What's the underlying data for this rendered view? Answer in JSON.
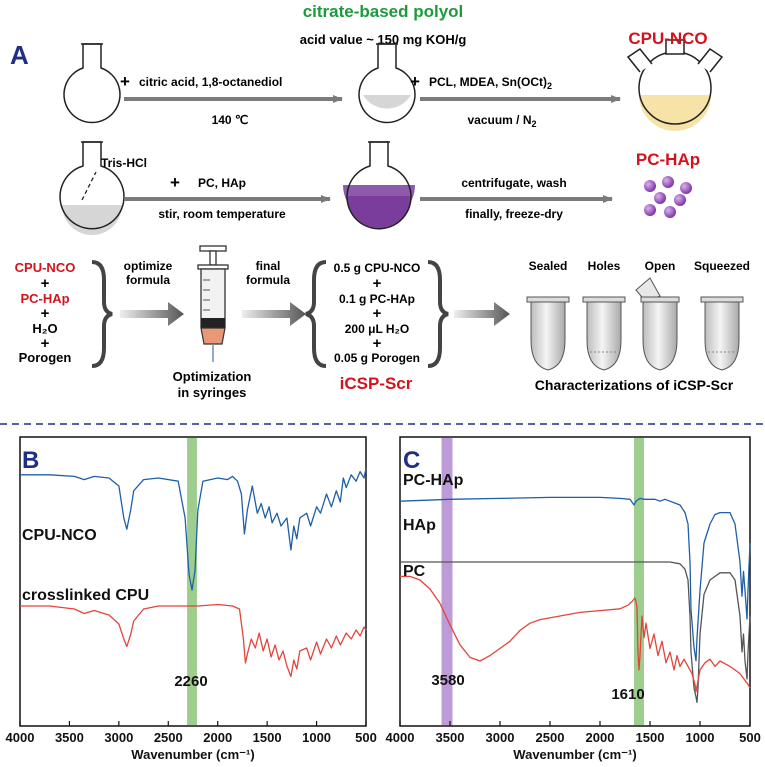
{
  "colors": {
    "navy": "#1f2f85",
    "red": "#d3131b",
    "green_label": "#1c9a3c",
    "arrow_gray": "#7b7b7b",
    "line_blue": "#1f5fa8",
    "line_red": "#e2453a",
    "line_gray": "#555555",
    "band_green": "#8cc57a",
    "band_purple": "#b08ad0",
    "flask_fill_gray": "#d6d6d6",
    "flask_fill_yellow": "#f7e3a8",
    "flask_fill_purple": "#7a3d9c",
    "dot_purple": "#8d45b3"
  },
  "panel_a": {
    "label": "A",
    "polyol_title": "citrate-based polyol",
    "acid_value": "acid value ~ 150 mg KOH/g",
    "cpu_nco": "CPU-NCO",
    "pc_hap": "PC-HAp",
    "row1": {
      "step1_reagents": "citric acid, 1,8-octanediol",
      "step1_condition": "140 ℃",
      "step2_reagents": "PCL, MDEA, Sn(OCt)",
      "step2_sub": "2",
      "step2_condition": "vacuum / N",
      "step2_condition_sub": "2"
    },
    "row2": {
      "tris_label": "Tris-HCl",
      "step1_reagents": "PC, HAp",
      "step1_condition": "stir, room temperature",
      "step2_reagents": "centrifugate, wash",
      "step2_condition": "finally, freeze-dry"
    },
    "row3": {
      "components": [
        "CPU-NCO",
        "PC-HAp",
        "H₂O",
        "Porogen"
      ],
      "optimize_label": [
        "optimize",
        "formula"
      ],
      "final_label": [
        "final",
        "formula"
      ],
      "syringe_caption": [
        "Optimization",
        "in syringes"
      ],
      "formula_items": [
        "0.5 g CPU-NCO",
        "0.1 g PC-HAp",
        "200 μL H₂O",
        "0.05 g Porogen"
      ],
      "product_name": "iCSP-Scr",
      "tube_labels": [
        "Sealed",
        "Holes",
        "Open",
        "Squeezed"
      ],
      "characterization_caption": "Characterizations of iCSP-Scr"
    }
  },
  "chart_data": [
    {
      "type": "line",
      "panel_label": "B",
      "xlabel": "Wavenumber (cm⁻¹)",
      "xlim": [
        4000,
        500
      ],
      "x_reversed": true,
      "xticks": [
        4000,
        3500,
        3000,
        2500,
        2000,
        1500,
        1000,
        500
      ],
      "y_visible": false,
      "band": {
        "center": 2260,
        "width": 100,
        "color": "band_green"
      },
      "annotations": [
        {
          "text": "2260",
          "x": 2260
        }
      ],
      "series": [
        {
          "name": "CPU-NCO",
          "color": "line_blue",
          "x": [
            4000,
            3700,
            3450,
            3350,
            3250,
            3100,
            3000,
            2950,
            2920,
            2880,
            2850,
            2750,
            2600,
            2400,
            2330,
            2290,
            2260,
            2230,
            2200,
            2150,
            2000,
            1900,
            1850,
            1800,
            1760,
            1730,
            1700,
            1650,
            1600,
            1560,
            1520,
            1480,
            1450,
            1400,
            1360,
            1300,
            1260,
            1230,
            1200,
            1170,
            1100,
            1060,
            1000,
            960,
            900,
            850,
            800,
            760,
            730,
            700,
            650,
            600,
            560,
            520,
            500
          ],
          "y": [
            0.82,
            0.82,
            0.81,
            0.79,
            0.81,
            0.8,
            0.75,
            0.55,
            0.48,
            0.6,
            0.72,
            0.79,
            0.8,
            0.78,
            0.55,
            0.2,
            0.1,
            0.22,
            0.6,
            0.78,
            0.8,
            0.79,
            0.81,
            0.78,
            0.7,
            0.45,
            0.6,
            0.75,
            0.58,
            0.64,
            0.55,
            0.62,
            0.52,
            0.58,
            0.5,
            0.55,
            0.35,
            0.5,
            0.42,
            0.55,
            0.58,
            0.5,
            0.62,
            0.58,
            0.7,
            0.62,
            0.72,
            0.65,
            0.8,
            0.74,
            0.82,
            0.78,
            0.84,
            0.8,
            0.86
          ]
        },
        {
          "name": "crosslinked CPU",
          "color": "line_red",
          "x": [
            4000,
            3700,
            3450,
            3350,
            3250,
            3100,
            3000,
            2950,
            2920,
            2880,
            2850,
            2750,
            2600,
            2400,
            2200,
            2000,
            1850,
            1780,
            1740,
            1720,
            1700,
            1660,
            1620,
            1580,
            1540,
            1500,
            1460,
            1420,
            1380,
            1340,
            1300,
            1260,
            1230,
            1200,
            1170,
            1100,
            1060,
            1000,
            960,
            900,
            850,
            800,
            760,
            700,
            650,
            600,
            560,
            520,
            500
          ],
          "y": [
            0.52,
            0.52,
            0.5,
            0.47,
            0.49,
            0.46,
            0.4,
            0.3,
            0.25,
            0.33,
            0.42,
            0.5,
            0.52,
            0.52,
            0.52,
            0.53,
            0.52,
            0.5,
            0.3,
            0.14,
            0.2,
            0.3,
            0.24,
            0.34,
            0.22,
            0.3,
            0.18,
            0.26,
            0.16,
            0.22,
            0.12,
            0.05,
            0.16,
            0.1,
            0.22,
            0.24,
            0.16,
            0.28,
            0.2,
            0.3,
            0.24,
            0.32,
            0.26,
            0.34,
            0.3,
            0.36,
            0.32,
            0.38,
            0.36
          ]
        }
      ]
    },
    {
      "type": "line",
      "panel_label": "C",
      "xlabel": "Wavenumber (cm⁻¹)",
      "xlim": [
        4000,
        500
      ],
      "x_reversed": true,
      "xticks": [
        4000,
        3500,
        3000,
        2500,
        2000,
        1500,
        1000,
        500
      ],
      "y_visible": false,
      "bands": [
        {
          "center": 3530,
          "width": 110,
          "color": "band_purple"
        },
        {
          "center": 1610,
          "width": 100,
          "color": "band_green"
        }
      ],
      "annotations": [
        {
          "text": "3580",
          "x": 3580
        },
        {
          "text": "1610",
          "x": 1610
        }
      ],
      "series": [
        {
          "name": "PC-HAp",
          "color": "line_blue",
          "x": [
            4000,
            3500,
            3000,
            2500,
            2000,
            1800,
            1700,
            1660,
            1640,
            1600,
            1560,
            1450,
            1400,
            1350,
            1300,
            1250,
            1200,
            1150,
            1120,
            1100,
            1090,
            1060,
            1040,
            1030,
            1000,
            960,
            900,
            850,
            800,
            700,
            650,
            600,
            580,
            565,
            550,
            530,
            520,
            500
          ],
          "y": [
            0.92,
            0.93,
            0.935,
            0.94,
            0.94,
            0.935,
            0.93,
            0.9,
            0.92,
            0.935,
            0.93,
            0.93,
            0.92,
            0.93,
            0.92,
            0.91,
            0.9,
            0.86,
            0.8,
            0.6,
            0.35,
            0.15,
            0.08,
            0.2,
            0.45,
            0.7,
            0.8,
            0.85,
            0.86,
            0.86,
            0.8,
            0.6,
            0.42,
            0.55,
            0.45,
            0.3,
            0.45,
            0.7
          ]
        },
        {
          "name": "HAp",
          "color": "line_gray",
          "x": [
            4000,
            3500,
            3000,
            2500,
            2000,
            1800,
            1600,
            1400,
            1300,
            1200,
            1150,
            1120,
            1100,
            1090,
            1060,
            1040,
            1030,
            1020,
            1000,
            960,
            900,
            850,
            800,
            700,
            650,
            600,
            580,
            565,
            550,
            530,
            520,
            500
          ],
          "y": [
            0.8,
            0.8,
            0.8,
            0.8,
            0.8,
            0.8,
            0.8,
            0.8,
            0.8,
            0.79,
            0.76,
            0.7,
            0.5,
            0.3,
            0.1,
            0.05,
            0.02,
            0.1,
            0.4,
            0.62,
            0.7,
            0.72,
            0.74,
            0.74,
            0.7,
            0.5,
            0.3,
            0.4,
            0.25,
            0.15,
            0.3,
            0.5
          ]
        },
        {
          "name": "PC",
          "color": "line_red",
          "x": [
            4000,
            3900,
            3800,
            3700,
            3600,
            3500,
            3400,
            3300,
            3200,
            3100,
            3000,
            2900,
            2800,
            2700,
            2600,
            2400,
            2200,
            2000,
            1800,
            1720,
            1680,
            1650,
            1630,
            1620,
            1610,
            1600,
            1580,
            1560,
            1540,
            1500,
            1460,
            1420,
            1380,
            1340,
            1300,
            1260,
            1230,
            1200,
            1160,
            1120,
            1080,
            1050,
            1040,
            1020,
            1000,
            950,
            900,
            850,
            800,
            700,
            650,
            600,
            560,
            520,
            500
          ],
          "y": [
            0.72,
            0.72,
            0.7,
            0.65,
            0.57,
            0.45,
            0.34,
            0.27,
            0.25,
            0.28,
            0.32,
            0.36,
            0.42,
            0.46,
            0.48,
            0.5,
            0.52,
            0.53,
            0.54,
            0.56,
            0.58,
            0.6,
            0.55,
            0.3,
            0.2,
            0.28,
            0.5,
            0.38,
            0.46,
            0.32,
            0.4,
            0.28,
            0.36,
            0.24,
            0.3,
            0.2,
            0.28,
            0.22,
            0.26,
            0.22,
            0.18,
            0.12,
            0.08,
            0.14,
            0.2,
            0.24,
            0.26,
            0.22,
            0.25,
            0.22,
            0.2,
            0.18,
            0.15,
            0.12,
            0.1
          ]
        }
      ]
    }
  ]
}
